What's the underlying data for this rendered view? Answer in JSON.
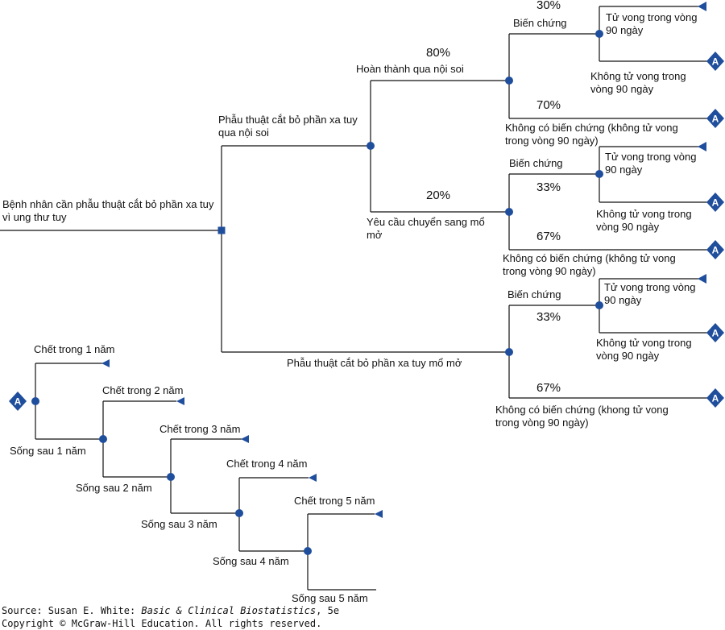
{
  "decision_tree": {
    "root_label": [
      "Bệnh nhân cần phẫu thuật cắt bỏ phần xa tuy",
      "vì ung thư tuy"
    ],
    "branch_laparoscopic": [
      "Phẫu thuật cắt bỏ phần xa tuy",
      "qua nội soi"
    ],
    "branch_open": "Phẫu thuật cắt bỏ phần xa tuy mổ mở",
    "completed_laparoscopic": "Hoàn thành qua nội soi",
    "completed_pct": "80%",
    "conversion": [
      "Yêu cầu chuyển sang mổ",
      "mở"
    ],
    "conversion_pct": "20%",
    "complication": "Biến chứng",
    "pct_30": "30%",
    "pct_70": "70%",
    "pct_33": "33%",
    "pct_67": "67%",
    "death_90": [
      "Tử vong trong vòng",
      "90 ngày"
    ],
    "no_death_90": [
      "Không tử vong trong",
      "vòng 90 ngày"
    ],
    "no_comp_a": [
      "Không có biến chứng (không tử vong",
      "trong vòng 90 ngày)"
    ],
    "no_comp_b": [
      "Không có biến chứng (khong tử vong",
      "trong vòng 90 ngày)"
    ],
    "terminal_letter": "A"
  },
  "markov_tree": {
    "terminal_letter": "A",
    "deaths": [
      "Chết trong 1 năm",
      "Chết trong 2 năm",
      "Chết trong 3 năm",
      "Chết trong 4 năm",
      "Chết trong 5 năm"
    ],
    "survivals": [
      "Sống sau 1 năm",
      "Sống sau 2 năm",
      "Sống sau 3 năm",
      "Sống sau 4 năm",
      "Sống sau 5 năm"
    ]
  },
  "source": {
    "prefix": "Source: Susan E. White: ",
    "title": "Basic & Clinical Biostatistics",
    "edition": ", 5e",
    "copyright": "Copyright © McGraw-Hill Education. All rights reserved."
  }
}
